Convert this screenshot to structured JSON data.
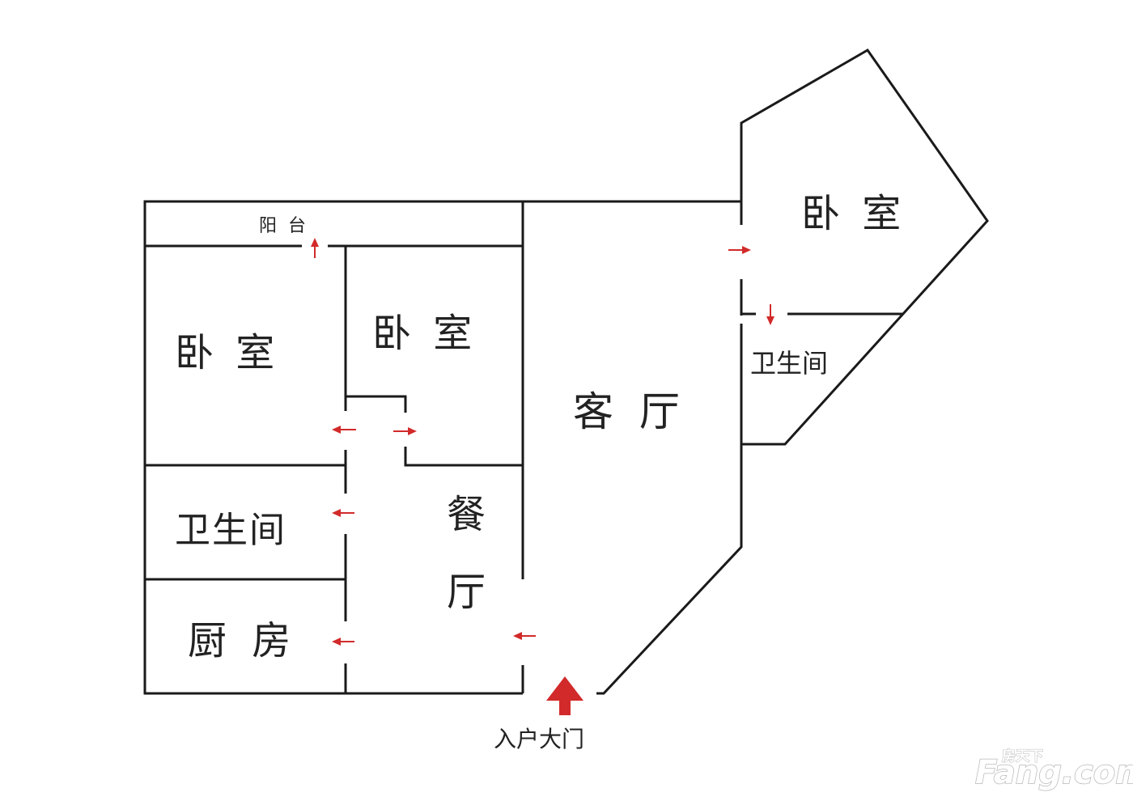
{
  "rooms": {
    "balcony": "阳  台",
    "bedroom_left": "卧 室",
    "bedroom_middle": "卧 室",
    "bedroom_right": "卧 室",
    "living_room": "客 厅",
    "bathroom_left": "卫生间",
    "bathroom_right": "卫生间",
    "kitchen": "厨 房",
    "dining_room_top": "餐",
    "dining_room_bottom": "厅"
  },
  "entrance": {
    "label": "入户大门"
  },
  "watermark": {
    "small": "房天下",
    "big": "Fang.com"
  },
  "colors": {
    "wall": "#1a1a1a",
    "arrow": "#d22a2a",
    "text": "#222222",
    "background": "#ffffff"
  }
}
